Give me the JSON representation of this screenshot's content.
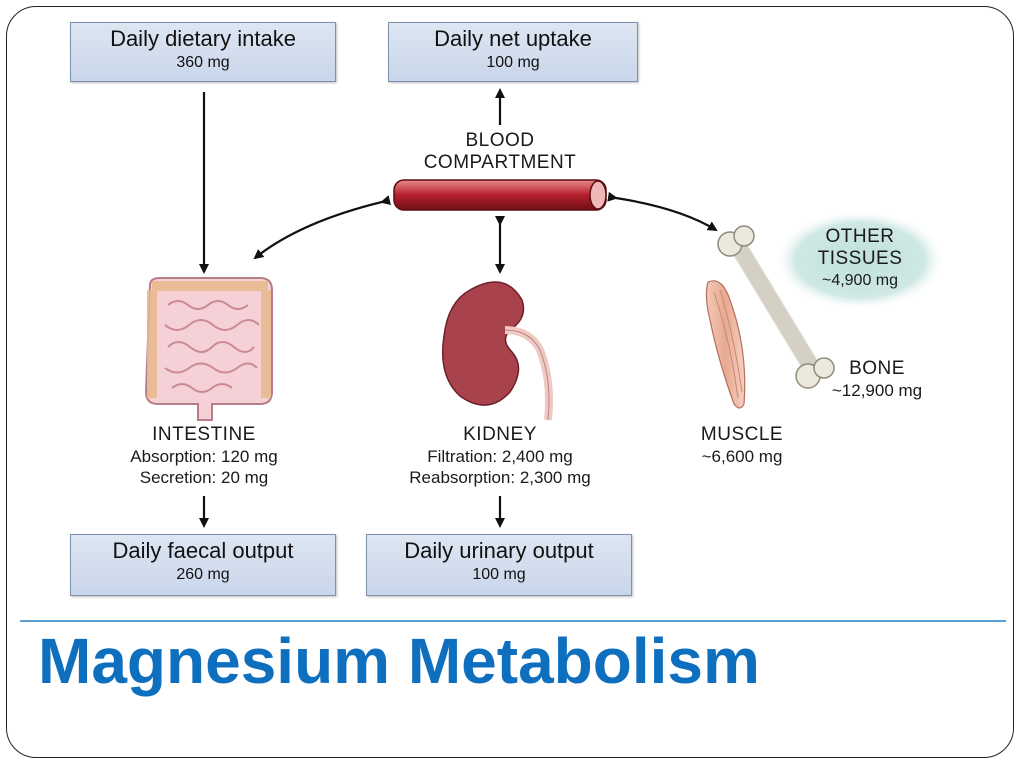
{
  "title": "Magnesium Metabolism",
  "boxes": {
    "dietary": {
      "label": "Daily dietary intake",
      "value": "360 mg"
    },
    "net_uptake": {
      "label": "Daily net uptake",
      "value": "100 mg"
    },
    "faecal": {
      "label": "Daily faecal output",
      "value": "260 mg"
    },
    "urinary": {
      "label": "Daily urinary output",
      "value": "100 mg"
    }
  },
  "blood": {
    "line1": "BLOOD",
    "line2": "COMPARTMENT"
  },
  "intestine": {
    "name": "INTESTINE",
    "line1": "Absorption: 120 mg",
    "line2": "Secretion: 20 mg"
  },
  "kidney": {
    "name": "KIDNEY",
    "line1": "Filtration: 2,400 mg",
    "line2": "Reabsorption: 2,300 mg"
  },
  "muscle": {
    "name": "MUSCLE",
    "value": "~6,600 mg"
  },
  "bone": {
    "name": "BONE",
    "value": "~12,900 mg"
  },
  "other_tissues": {
    "line1": "OTHER",
    "line2": "TISSUES",
    "value": "~4,900 mg"
  },
  "colors": {
    "title": "#0f6fbf",
    "box_fill": "#d4deee",
    "vessel": "#b5202e",
    "kidney": "#a8434e",
    "tissue_glow": "#bfe0dc"
  }
}
